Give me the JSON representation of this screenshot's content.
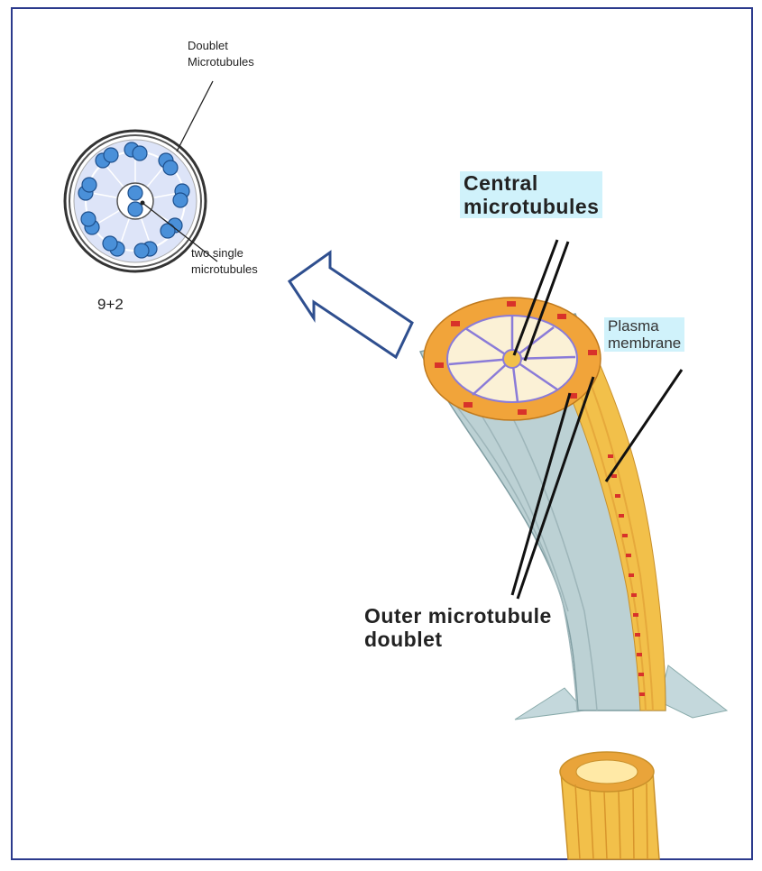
{
  "cross_section": {
    "doublet_label_line1": "Doublet",
    "doublet_label_line2": "Microtubules",
    "single_label_line1": "two single",
    "single_label_line2": "microtubules",
    "caption": "9+2"
  },
  "flagellum": {
    "central_label_line1": "Central",
    "central_label_line2": "microtubules",
    "plasma_label_line1": "Plasma",
    "plasma_label_line2": "membrane",
    "outer_label_line1": "Outer microtubule",
    "outer_label_line2": "doublet"
  },
  "colors": {
    "frame": "#2b3a8c",
    "doublet_fill": "#4a90d9",
    "inner_ring": "#dfe6fa",
    "arrow_stroke": "#2f4f8f",
    "sheath": "#b9cfd2",
    "core": "#f2c04a",
    "dynein": "#d8322a"
  }
}
